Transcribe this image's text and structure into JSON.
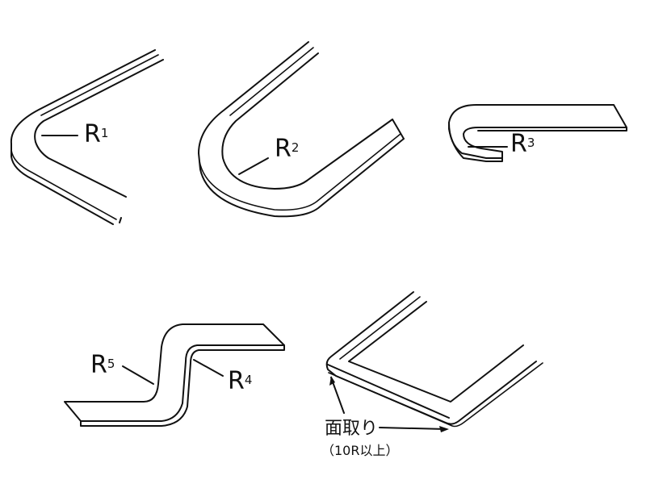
{
  "labels": {
    "r1": {
      "base": "R",
      "sup": "1"
    },
    "r2": {
      "base": "R",
      "sup": "2"
    },
    "r3": {
      "base": "R",
      "sup": "3"
    },
    "r4": {
      "base": "R",
      "sup": "4"
    },
    "r5": {
      "base": "R",
      "sup": "5"
    },
    "chamfer": "面取り",
    "chamfer_note": "（10R以上）"
  }
}
